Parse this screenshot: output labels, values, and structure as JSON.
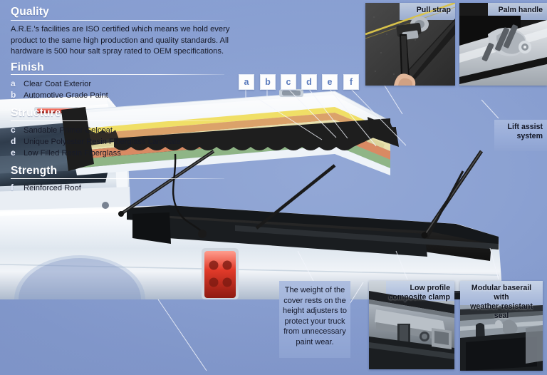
{
  "background": {
    "base_color": "#8197ca",
    "panel_color": "#9fb2d8",
    "heading_color": "#ffffff",
    "body_text_color": "#171a28",
    "letter_color": "#5a7bbd"
  },
  "spec_panel": {
    "sections": [
      {
        "heading": "Quality",
        "paragraph": "A.R.E.'s facilities are ISO certified which means we hold every product to the same high production and quality standards. All hardware is 500 hour salt spray rated to OEM specifications.",
        "items": []
      },
      {
        "heading": "Finish",
        "paragraph": "",
        "items": [
          {
            "marker": "a",
            "label": "Clear Coat Exterior"
          },
          {
            "marker": "b",
            "label": "Automotive Grade Paint"
          }
        ]
      },
      {
        "heading": "Structure",
        "paragraph": "",
        "items": [
          {
            "marker": "c",
            "label": "Sandable Primer Gelcoat"
          },
          {
            "marker": "d",
            "label": "Unique Polyester Resin Fiberglass Laminate"
          },
          {
            "marker": "e",
            "label": "Low Filled Resin Fiberglass"
          }
        ]
      },
      {
        "heading": "Strength",
        "paragraph": "",
        "items": [
          {
            "marker": "f",
            "label": "Reinforced Roof"
          }
        ]
      }
    ]
  },
  "callout_letters": [
    {
      "letter": "a"
    },
    {
      "letter": "b"
    },
    {
      "letter": "c"
    },
    {
      "letter": "d"
    },
    {
      "letter": "e"
    },
    {
      "letter": "f"
    }
  ],
  "photos": {
    "pull_strap": {
      "caption": "Pull strap"
    },
    "palm_handle": {
      "caption": "Palm handle"
    },
    "composite_clamp": {
      "caption": "Low profile\ncomposite clamp",
      "line1": "Low profile",
      "line2": "composite clamp"
    },
    "baserail": {
      "caption": "Modular baserail with weather-resistant seal",
      "line1": "Modular baserail with",
      "line2": "weather-resistant seal"
    }
  },
  "annotations": {
    "lift_assist": {
      "line1": "Lift assist",
      "line2": "system"
    },
    "weight_note": "The weight of the cover rests on the height adjusters to protect your truck from unnecessary paint wear."
  },
  "layers": [
    {
      "name": "clear-coat",
      "color": "#f2e26a"
    },
    {
      "name": "automotive-paint",
      "color": "#d9a06a"
    },
    {
      "name": "sandable-primer-gelcoat",
      "color": "#e6e0ae"
    },
    {
      "name": "polyester-resin-laminate",
      "color": "#d98a63"
    },
    {
      "name": "low-filled-resin-fiberglass",
      "color": "#8fb586"
    },
    {
      "name": "reinforced-roof",
      "color": "#e8eef6"
    }
  ]
}
